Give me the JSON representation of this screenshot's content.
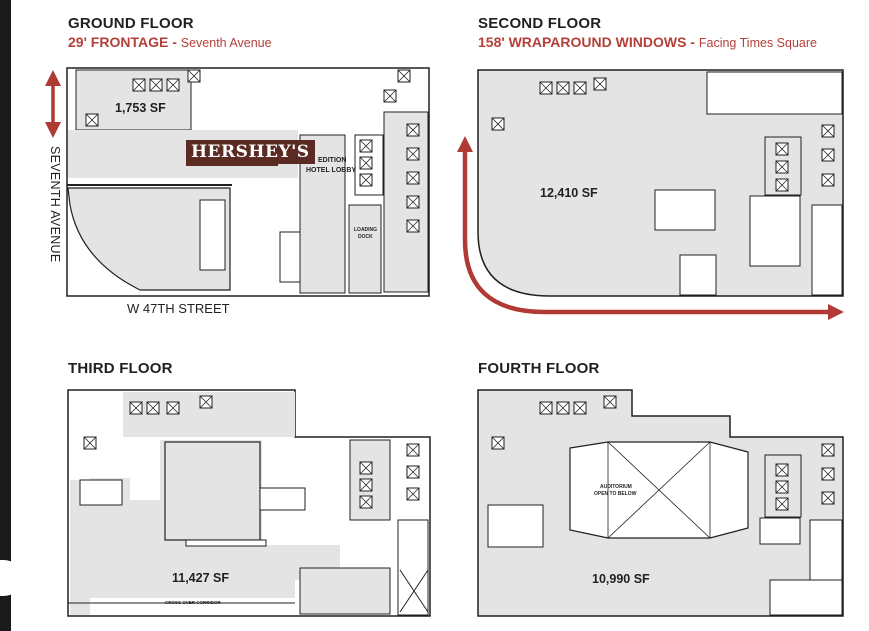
{
  "ground_floor": {
    "title": "GROUND FLOOR",
    "subtitle_bold": "29' FRONTAGE -",
    "subtitle_rest": "Seventh Avenue",
    "area": "1,753 SF",
    "brand": "HERSHEY'S",
    "lobby_line1": "EDITION",
    "lobby_line2": "HOTEL LOBBY",
    "dock_line1": "LOADING",
    "dock_line2": "DOCK",
    "street": "W 47TH STREET",
    "avenue": "SEVENTH AVENUE"
  },
  "second_floor": {
    "title": "SECOND FLOOR",
    "subtitle_bold": "158' WRAPAROUND WINDOWS -",
    "subtitle_rest": "Facing Times Square",
    "area": "12,410 SF"
  },
  "third_floor": {
    "title": "THIRD FLOOR",
    "area": "11,427 SF",
    "connector": "CROSS OVER CORRIDOR"
  },
  "fourth_floor": {
    "title": "FOURTH FLOOR",
    "area": "10,990 SF",
    "auditorium_line1": "AUDITORIUM",
    "auditorium_line2": "OPEN TO BELOW"
  },
  "colors": {
    "accent": "#b3403a",
    "arrow": "#b03a34",
    "floor_fill": "#e4e4e4",
    "wall": "#231f20",
    "brand_bg": "#5a2a23"
  }
}
